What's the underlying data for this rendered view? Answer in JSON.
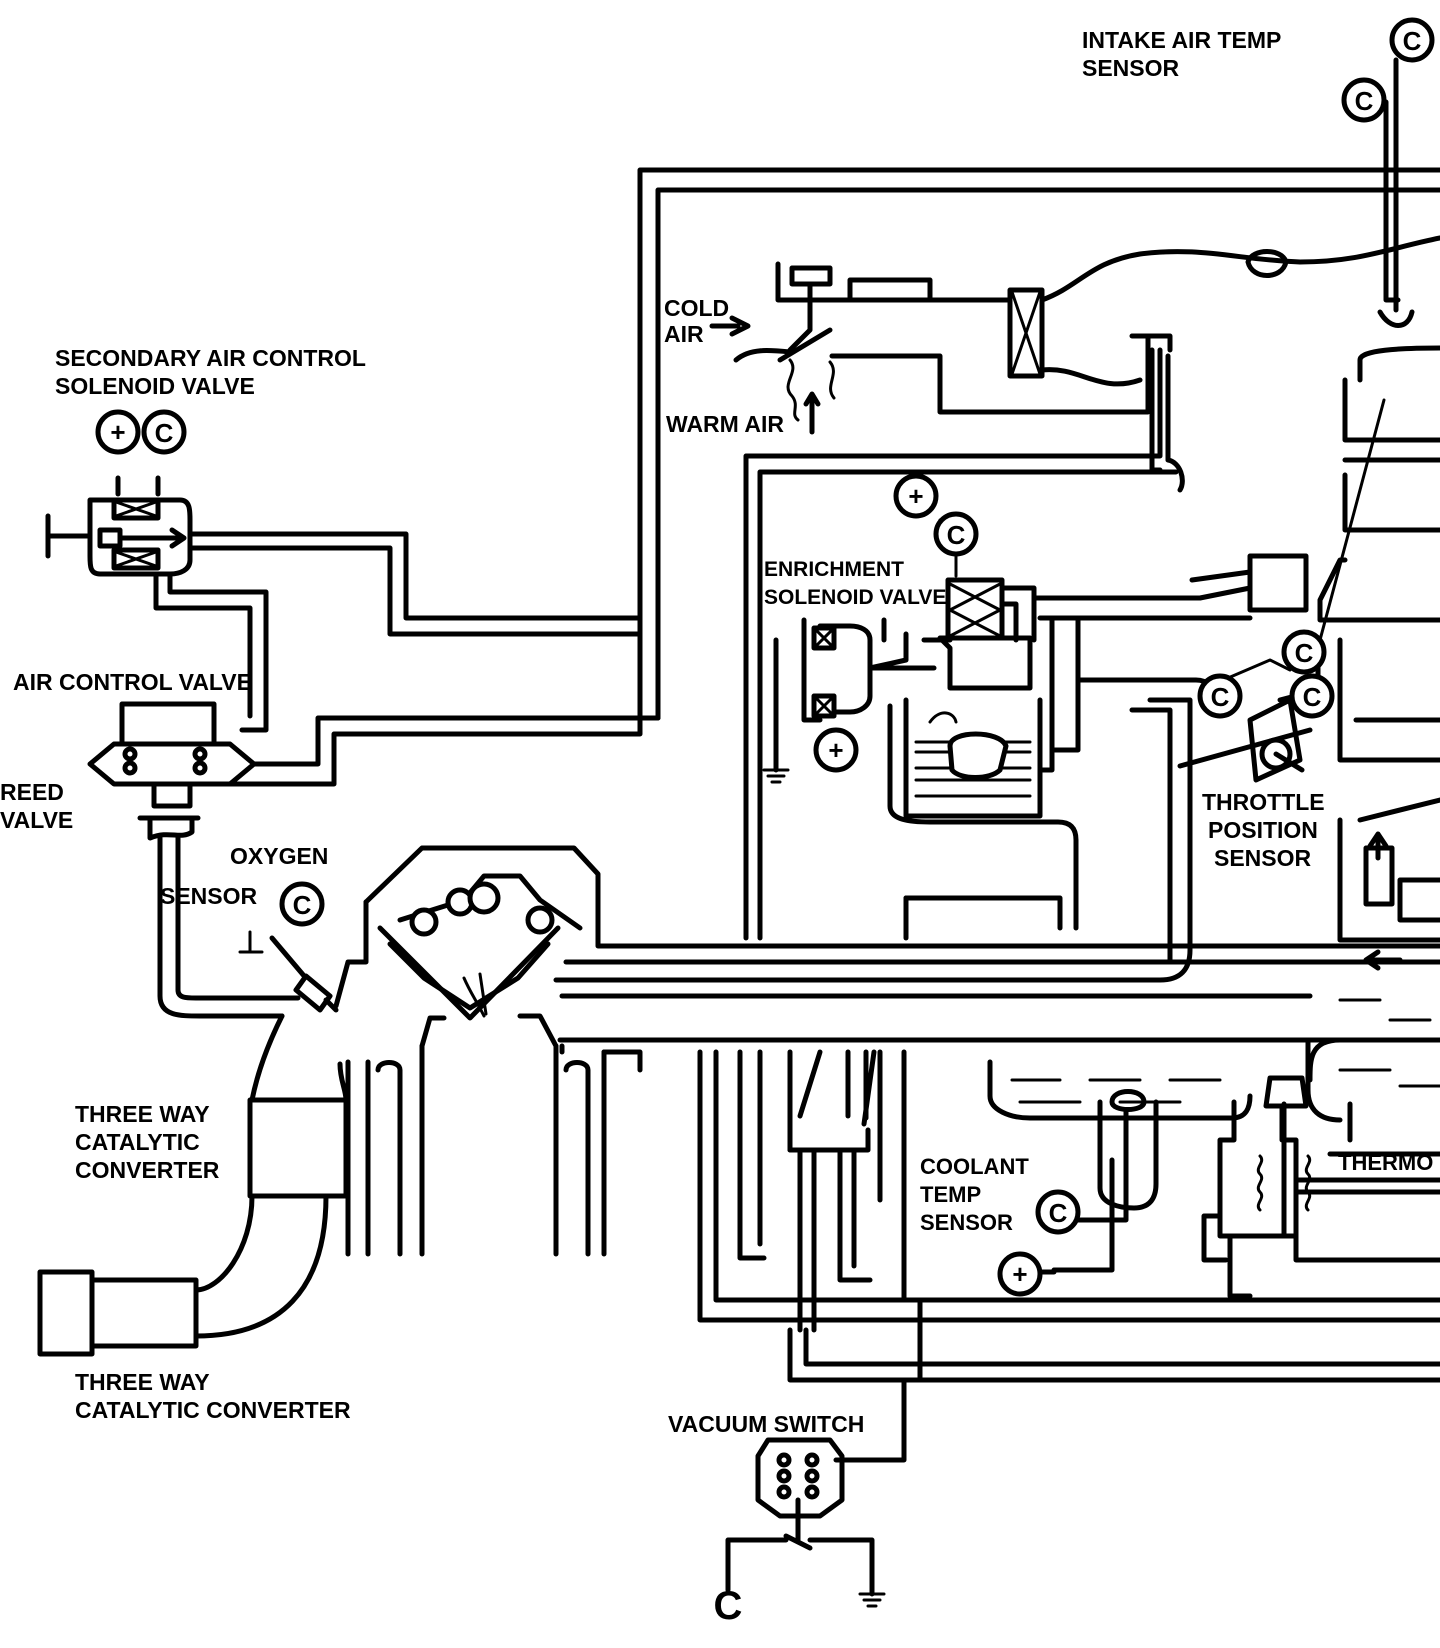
{
  "labels": {
    "intake_air_temp_sensor": [
      "INTAKE AIR TEMP",
      "SENSOR"
    ],
    "secondary_air_control_solenoid_valve": [
      "SECONDARY AIR CONTROL",
      "SOLENOID VALVE"
    ],
    "cold_air": [
      "COLD",
      "AIR"
    ],
    "warm_air": "WARM AIR",
    "enrichment_solenoid_valve": [
      "ENRICHMENT",
      "SOLENOID VALVE"
    ],
    "air_control_valve": "AIR CONTROL VALVE",
    "reed_valve": [
      "REED",
      "VALVE"
    ],
    "oxygen_sensor": [
      "OXYGEN",
      "SENSOR"
    ],
    "throttle_position_sensor": [
      "THROTTLE",
      "POSITION",
      "SENSOR"
    ],
    "three_way_catalytic_converter_upper": [
      "THREE WAY",
      "CATALYTIC",
      "CONVERTER"
    ],
    "three_way_catalytic_converter_lower": [
      "THREE WAY",
      "CATALYTIC CONVERTER"
    ],
    "coolant_temp_sensor": [
      "COOLANT",
      "TEMP",
      "SENSOR"
    ],
    "thermo": "THERMO",
    "vacuum_switch": "VACUUM SWITCH"
  },
  "symbols": {
    "common": "C",
    "positive": "+"
  }
}
